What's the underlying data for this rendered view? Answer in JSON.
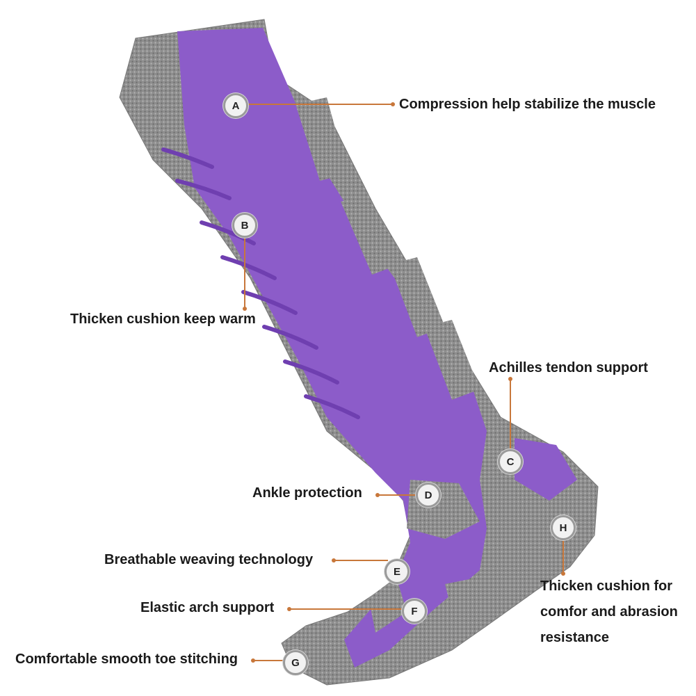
{
  "colors": {
    "purple": "#8c5cc9",
    "purple_dark": "#6f3fb0",
    "gray": "#8e8e8e",
    "gray_light": "#b9b9b9",
    "leader": "#c8773a"
  },
  "callouts": [
    {
      "id": "A",
      "text": "Compression help stabilize the muscle"
    },
    {
      "id": "B",
      "text": "Thicken cushion keep warm"
    },
    {
      "id": "C",
      "text": "Achilles tendon support"
    },
    {
      "id": "D",
      "text": "Ankle protection"
    },
    {
      "id": "E",
      "text": "Breathable weaving technology"
    },
    {
      "id": "F",
      "text": "Elastic arch support"
    },
    {
      "id": "G",
      "text": "Comfortable smooth toe stitching"
    },
    {
      "id": "H",
      "text": "Thicken cushion for comfor and abrasion resistance"
    }
  ]
}
